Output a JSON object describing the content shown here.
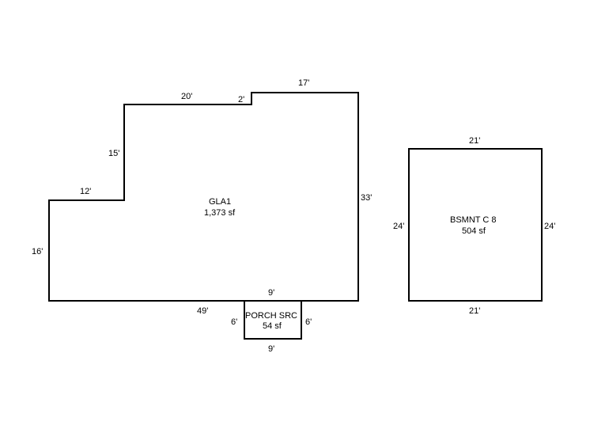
{
  "areas": [
    {
      "id": "gla1",
      "name": "GLA1",
      "area": "1,373 sf"
    },
    {
      "id": "porch",
      "name": "PORCH SRC",
      "area": "54 sf"
    },
    {
      "id": "basement",
      "name": "BSMNT C 8",
      "area": "504 sf"
    }
  ],
  "dimensions": {
    "gla1": {
      "top_left_step": "20'",
      "jog": "2'",
      "top_right": "17'",
      "upper_left_side": "15'",
      "left_ledge": "12'",
      "right_side": "33'",
      "lower_left_side": "16'",
      "bottom": "49'",
      "porch_opening": "9'"
    },
    "porch": {
      "left": "6'",
      "right": "6'",
      "bottom": "9'"
    },
    "basement": {
      "top": "21'",
      "left": "24'",
      "right": "24'",
      "bottom": "21'"
    }
  },
  "colors": {
    "line": "#000000",
    "background": "#ffffff"
  }
}
